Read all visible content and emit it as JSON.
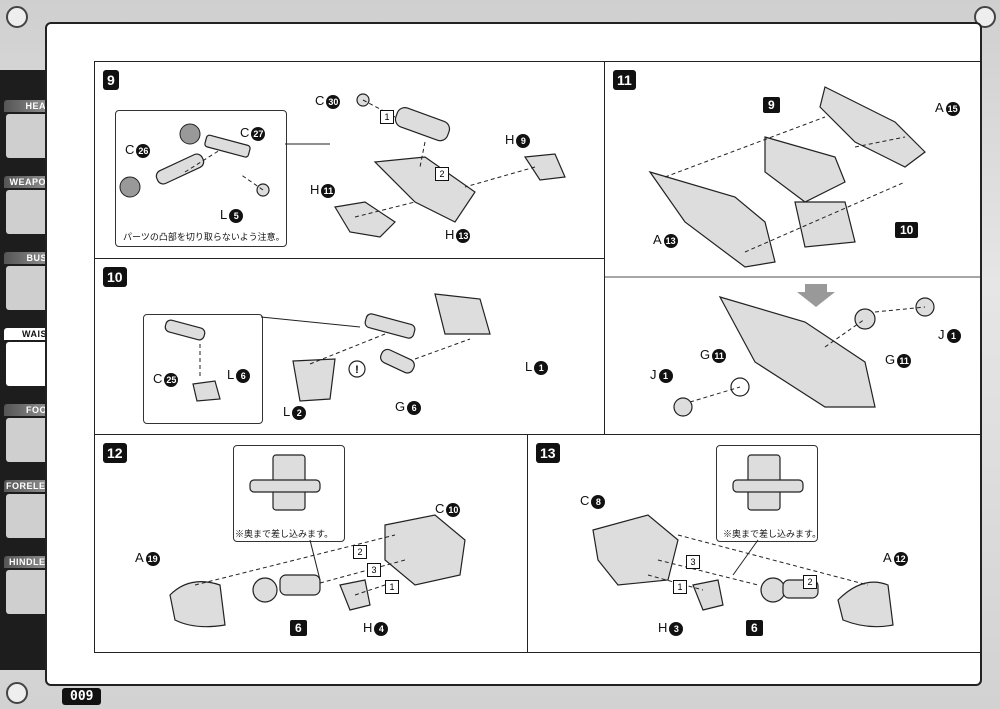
{
  "page_number": "009",
  "sidebar": {
    "items": [
      {
        "label": "HEAD",
        "active": false
      },
      {
        "label": "WEAPON",
        "active": false
      },
      {
        "label": "BUST",
        "active": false
      },
      {
        "label": "WAIST",
        "active": true
      },
      {
        "label": "FOOT",
        "active": false
      },
      {
        "label": "FORELEG",
        "active": false
      },
      {
        "label": "HINDLEG",
        "active": false
      }
    ]
  },
  "steps": {
    "s9": {
      "number": "9",
      "note": "パーツの凸部を切り取らないよう注意。",
      "parts": {
        "c26": {
          "letter": "C",
          "num": "26"
        },
        "c27": {
          "letter": "C",
          "num": "27"
        },
        "l5": {
          "letter": "L",
          "num": "5"
        },
        "c30": {
          "letter": "C",
          "num": "30"
        },
        "h9": {
          "letter": "H",
          "num": "9"
        },
        "h11": {
          "letter": "H",
          "num": "11"
        },
        "h13": {
          "letter": "H",
          "num": "13"
        }
      },
      "order": [
        "1",
        "2"
      ]
    },
    "s10": {
      "number": "10",
      "parts": {
        "c25": {
          "letter": "C",
          "num": "25"
        },
        "l6": {
          "letter": "L",
          "num": "6"
        },
        "l1": {
          "letter": "L",
          "num": "1"
        },
        "l2": {
          "letter": "L",
          "num": "2"
        },
        "g6": {
          "letter": "G",
          "num": "6"
        }
      }
    },
    "s11": {
      "number": "11",
      "sub_refs": {
        "top": "9",
        "mid": "10"
      },
      "parts": {
        "a15": {
          "letter": "A",
          "num": "15"
        },
        "a13": {
          "letter": "A",
          "num": "13"
        },
        "j1a": {
          "letter": "J",
          "num": "1"
        },
        "g11a": {
          "letter": "G",
          "num": "11"
        },
        "g11b": {
          "letter": "G",
          "num": "11"
        },
        "j1b": {
          "letter": "J",
          "num": "1"
        }
      }
    },
    "s12": {
      "number": "12",
      "note": "※奥まで差し込みます。",
      "sub_ref": "6",
      "parts": {
        "a19": {
          "letter": "A",
          "num": "19"
        },
        "c10": {
          "letter": "C",
          "num": "10"
        },
        "h4": {
          "letter": "H",
          "num": "4"
        }
      },
      "order": [
        "1",
        "2",
        "3"
      ]
    },
    "s13": {
      "number": "13",
      "note": "※奥まで差し込みます。",
      "sub_ref": "6",
      "parts": {
        "c8": {
          "letter": "C",
          "num": "8"
        },
        "a12": {
          "letter": "A",
          "num": "12"
        },
        "h3": {
          "letter": "H",
          "num": "3"
        }
      },
      "order": [
        "1",
        "2",
        "3"
      ]
    }
  }
}
